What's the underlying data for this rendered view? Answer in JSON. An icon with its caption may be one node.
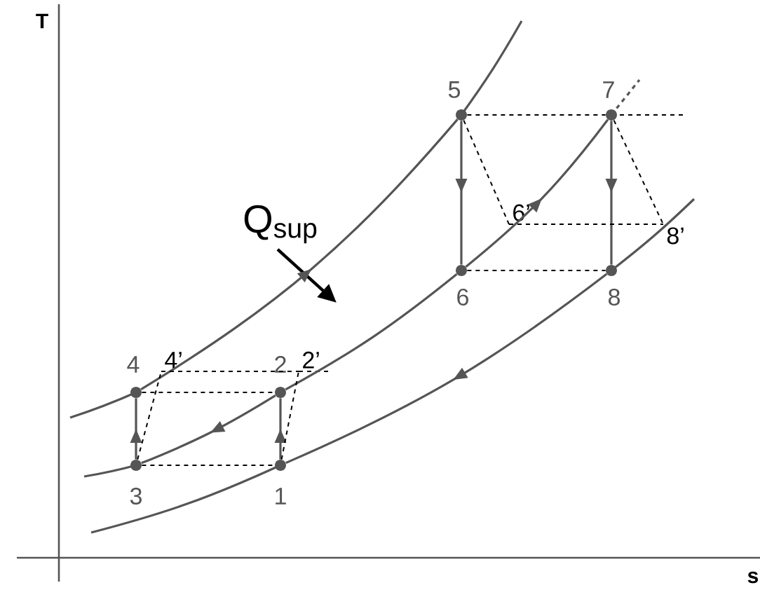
{
  "diagram": {
    "nodes": [
      {
        "text": [],
        "shape": "circle",
        "beside": [
          "1"
        ]
      },
      {
        "text": [],
        "shape": "circle",
        "beside": [
          "2"
        ]
      },
      {
        "text": [],
        "shape": "circle",
        "beside": [
          "3"
        ]
      },
      {
        "text": [],
        "shape": "circle",
        "beside": [
          "4"
        ]
      },
      {
        "text": [],
        "shape": "circle",
        "beside": [
          "5"
        ]
      },
      {
        "text": [],
        "shape": "circle",
        "beside": [
          "6"
        ]
      },
      {
        "text": [],
        "shape": "circle",
        "beside": [
          "7"
        ]
      },
      {
        "text": [],
        "shape": "circle",
        "beside": [
          "8"
        ]
      },
      {
        "text": [
          "4’"
        ]
      },
      {
        "text": [
          "2’"
        ]
      },
      {
        "text": [
          "6’"
        ]
      },
      {
        "text": [
          "8’"
        ]
      }
    ],
    "edges": [
      {
        "from": 2,
        "to": 3,
        "arrow": "to"
      },
      {
        "from": 0,
        "to": 1,
        "arrow": "to"
      },
      {
        "from": 3,
        "to": 4,
        "arrow": "to"
      },
      {
        "from": 4,
        "to": 5,
        "arrow": "to"
      },
      {
        "from": 5,
        "to": 6,
        "arrow": "to"
      },
      {
        "from": 6,
        "to": 7,
        "arrow": "to"
      },
      {
        "from": 7,
        "to": 0,
        "arrow": "to"
      },
      {
        "from": 1,
        "to": 2,
        "arrow": "to"
      },
      {
        "from": 1,
        "to": 5,
        "arrow": "none"
      },
      {
        "from": 3,
        "to": 1,
        "arrow": "none",
        "style": "dashed",
        "color": "#000000"
      },
      {
        "from": 2,
        "to": 0,
        "arrow": "none",
        "style": "dashed",
        "color": "#000000"
      },
      {
        "from": 4,
        "to": 6,
        "arrow": "none",
        "style": "dashed",
        "color": "#000000"
      },
      {
        "from": 5,
        "to": 7,
        "arrow": "none",
        "style": "dashed",
        "color": "#000000"
      },
      {
        "from": 2,
        "to": 8,
        "arrow": "none",
        "style": "dashed",
        "color": "#000000"
      },
      {
        "from": 8,
        "to": 9,
        "arrow": "none",
        "style": "dashed",
        "color": "#000000"
      },
      {
        "from": 0,
        "to": 9,
        "arrow": "none",
        "style": "dashed",
        "color": "#000000"
      },
      {
        "from": 4,
        "to": 10,
        "arrow": "none",
        "style": "dashed",
        "color": "#000000"
      },
      {
        "from": 10,
        "to": 11,
        "arrow": "none",
        "style": "dashed",
        "color": "#000000"
      },
      {
        "from": 6,
        "to": 11,
        "arrow": "none",
        "style": "dashed",
        "color": "#000000"
      }
    ],
    "labels": [
      "T",
      "s",
      "Q$_{sup}$"
    ]
  }
}
